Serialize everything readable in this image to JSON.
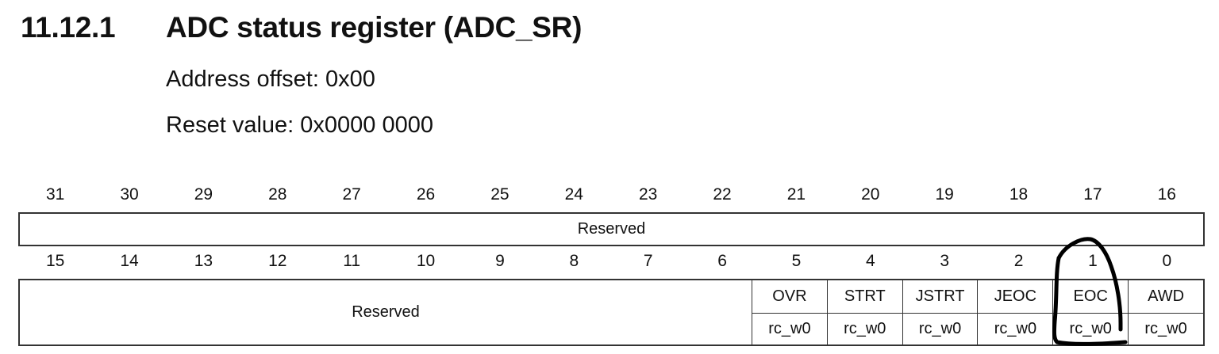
{
  "heading": {
    "section_number": "11.12.1",
    "title": "ADC status register (ADC_SR)"
  },
  "meta": {
    "address_offset": "Address offset: 0x00",
    "reset_value": "Reset value: 0x0000 0000"
  },
  "register": {
    "upper_bits": [
      "31",
      "30",
      "29",
      "28",
      "27",
      "26",
      "25",
      "24",
      "23",
      "22",
      "21",
      "20",
      "19",
      "18",
      "17",
      "16"
    ],
    "upper_field": "Reserved",
    "lower_bits": [
      "15",
      "14",
      "13",
      "12",
      "11",
      "10",
      "9",
      "8",
      "7",
      "6",
      "5",
      "4",
      "3",
      "2",
      "1",
      "0"
    ],
    "lower_reserved": "Reserved",
    "fields": [
      {
        "bit": "5",
        "name": "OVR",
        "access": "rc_w0"
      },
      {
        "bit": "4",
        "name": "STRT",
        "access": "rc_w0"
      },
      {
        "bit": "3",
        "name": "JSTRT",
        "access": "rc_w0"
      },
      {
        "bit": "2",
        "name": "JEOC",
        "access": "rc_w0"
      },
      {
        "bit": "1",
        "name": "EOC",
        "access": "rc_w0"
      },
      {
        "bit": "0",
        "name": "AWD",
        "access": "rc_w0"
      }
    ]
  },
  "annotation": {
    "type": "hand-drawn-circle",
    "target": "EOC",
    "color": "#000000"
  }
}
